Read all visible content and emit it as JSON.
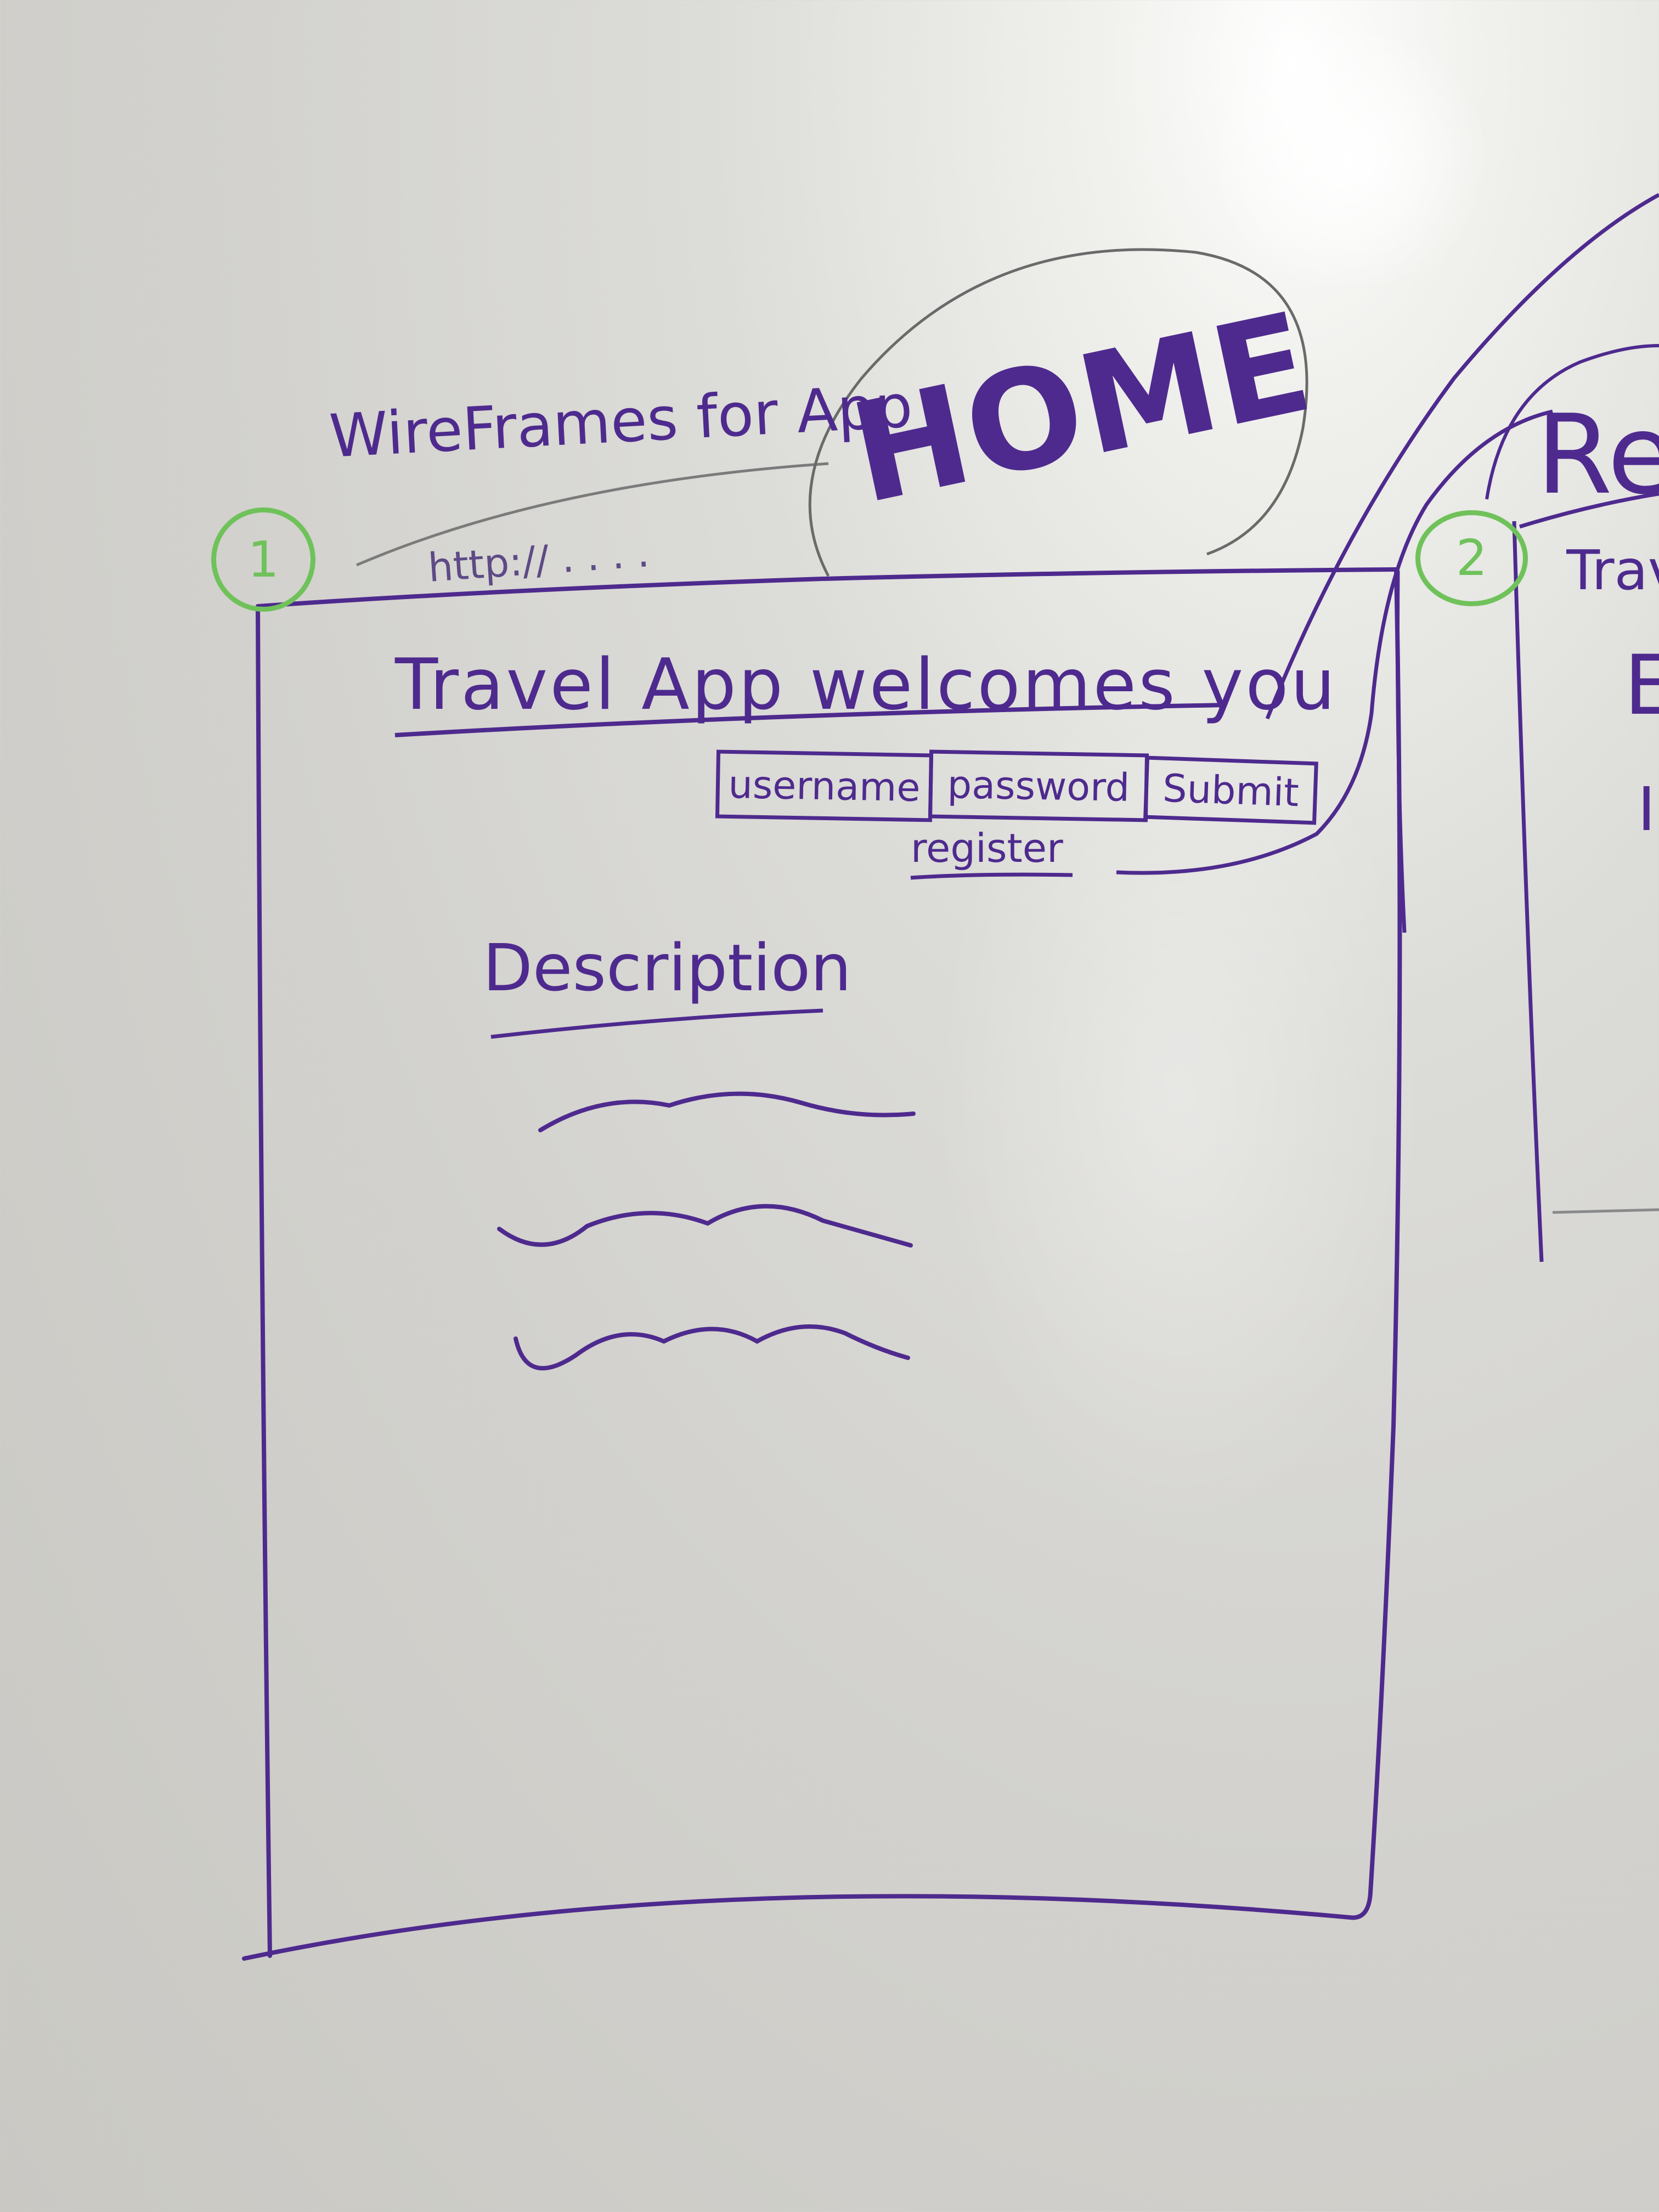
{
  "whiteboard": {
    "title": "WireFrames for App",
    "home_label": "HOME",
    "colors": {
      "ink": "#4e2a8e",
      "marker_green": "#6fc25a",
      "board": "#d8d8d4"
    }
  },
  "screen1": {
    "number": "1",
    "url": "http:// . . . .",
    "heading": "Travel App welcomes you",
    "username_field": "username",
    "password_field": "password",
    "submit_button": "Submit",
    "register_link": "register",
    "description_heading": "Description"
  },
  "screen2": {
    "number": "2",
    "heading_fragment": "Re",
    "text_fragment": "Trav",
    "letter_1": "E",
    "letter_2": "I"
  }
}
